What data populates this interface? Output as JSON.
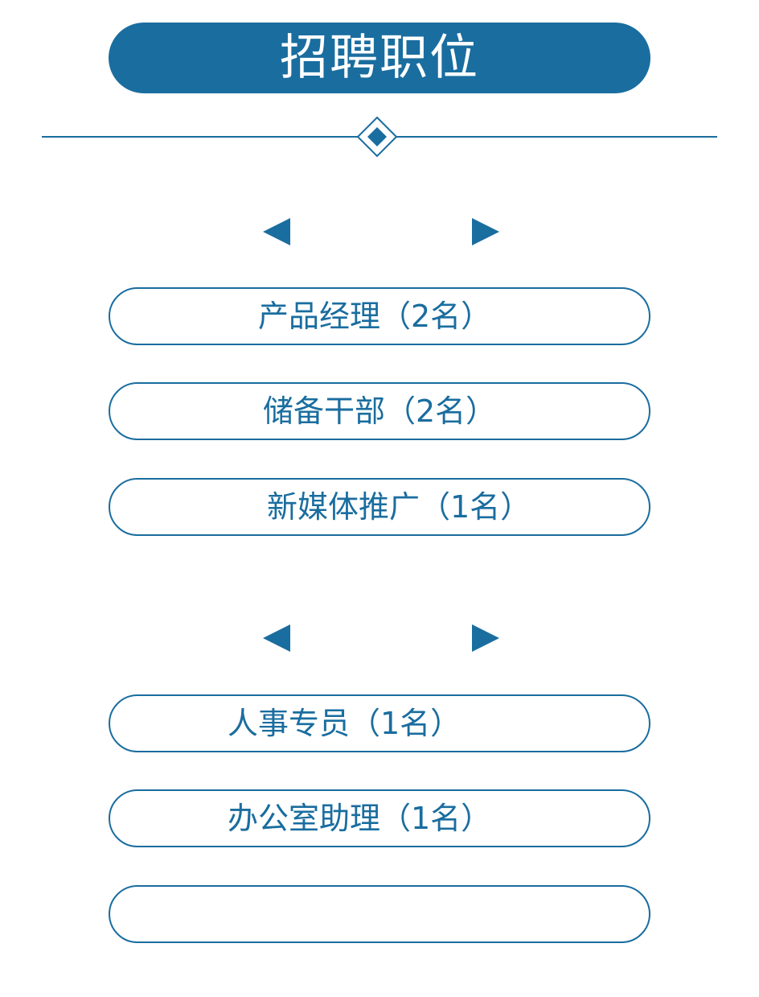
{
  "title": "招聘职位",
  "colors": {
    "primary": "#1a6d9f",
    "background": "#ffffff"
  },
  "icons": {
    "prev": "left-triangle-icon",
    "next": "right-triangle-icon",
    "divider": "diamond-icon"
  },
  "jobs": [
    "产品经理（2名）",
    "储备干部（2名）",
    "新媒体推广（1名）",
    "人事专员（1名）",
    "办公室助理（1名）",
    ""
  ]
}
